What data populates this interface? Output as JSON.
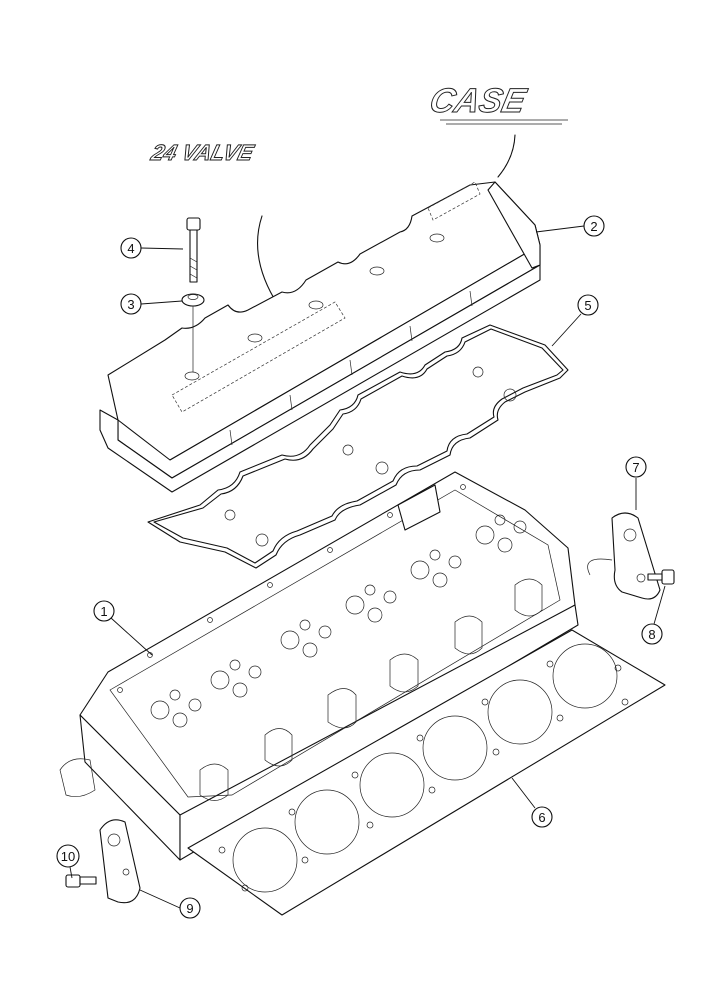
{
  "decals": {
    "brand": "CASE",
    "valve": "24 VALVE"
  },
  "callouts": [
    {
      "id": "c1",
      "label": "1"
    },
    {
      "id": "c2",
      "label": "2"
    },
    {
      "id": "c3",
      "label": "3"
    },
    {
      "id": "c4",
      "label": "4"
    },
    {
      "id": "c5",
      "label": "5"
    },
    {
      "id": "c6",
      "label": "6"
    },
    {
      "id": "c7",
      "label": "7"
    },
    {
      "id": "c8",
      "label": "8"
    },
    {
      "id": "c9",
      "label": "9"
    },
    {
      "id": "c10",
      "label": "10"
    }
  ]
}
